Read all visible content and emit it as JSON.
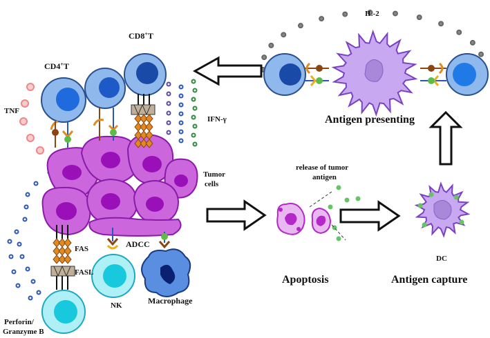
{
  "labels": {
    "cd4t": "CD4",
    "cd8t": "CD8",
    "plus": "+",
    "t": "T",
    "il2": "IL-2",
    "tnf": "TNF",
    "ifn": "IFN-γ",
    "tumor_cells_1": "Tumor",
    "tumor_cells_2": "cells",
    "antigen_presenting": "Antigen presenting",
    "release_1": "release of tumor",
    "release_2": "antigen",
    "fas": "FAS",
    "fasl": "FASL",
    "adcc": "ADCC",
    "nk": "NK",
    "macrophage": "Macrophage",
    "perforin_1": "Perforin/",
    "perforin_2": "Granzyme B",
    "apoptosis": "Apoptosis",
    "antigen_capture": "Antigen capture",
    "dc": "DC"
  },
  "colors": {
    "tumor_fill": "#cc66dd",
    "tumor_stroke": "#8a1aa8",
    "tumor_nucleus": "#9a10b8",
    "dc_fill": "#c8a8f0",
    "dc_stroke": "#7a42c0",
    "t_cell_outer": "#8fb8ec",
    "t_cell_inner": "#1d5ac8",
    "killer_fill": "#aef0f6",
    "killer_nucleus": "#18c8dc",
    "macrophage_fill": "#5a8ee0",
    "il2_dot": "#666666",
    "ifn_dot": "#2e8b3e",
    "perforin_dot": "#2a56b8",
    "tnf_dot": "#ee8888",
    "antigen_dot": "#66c466",
    "receptor_orange": "#e08a20",
    "receptor_brown": "#8b4513"
  }
}
